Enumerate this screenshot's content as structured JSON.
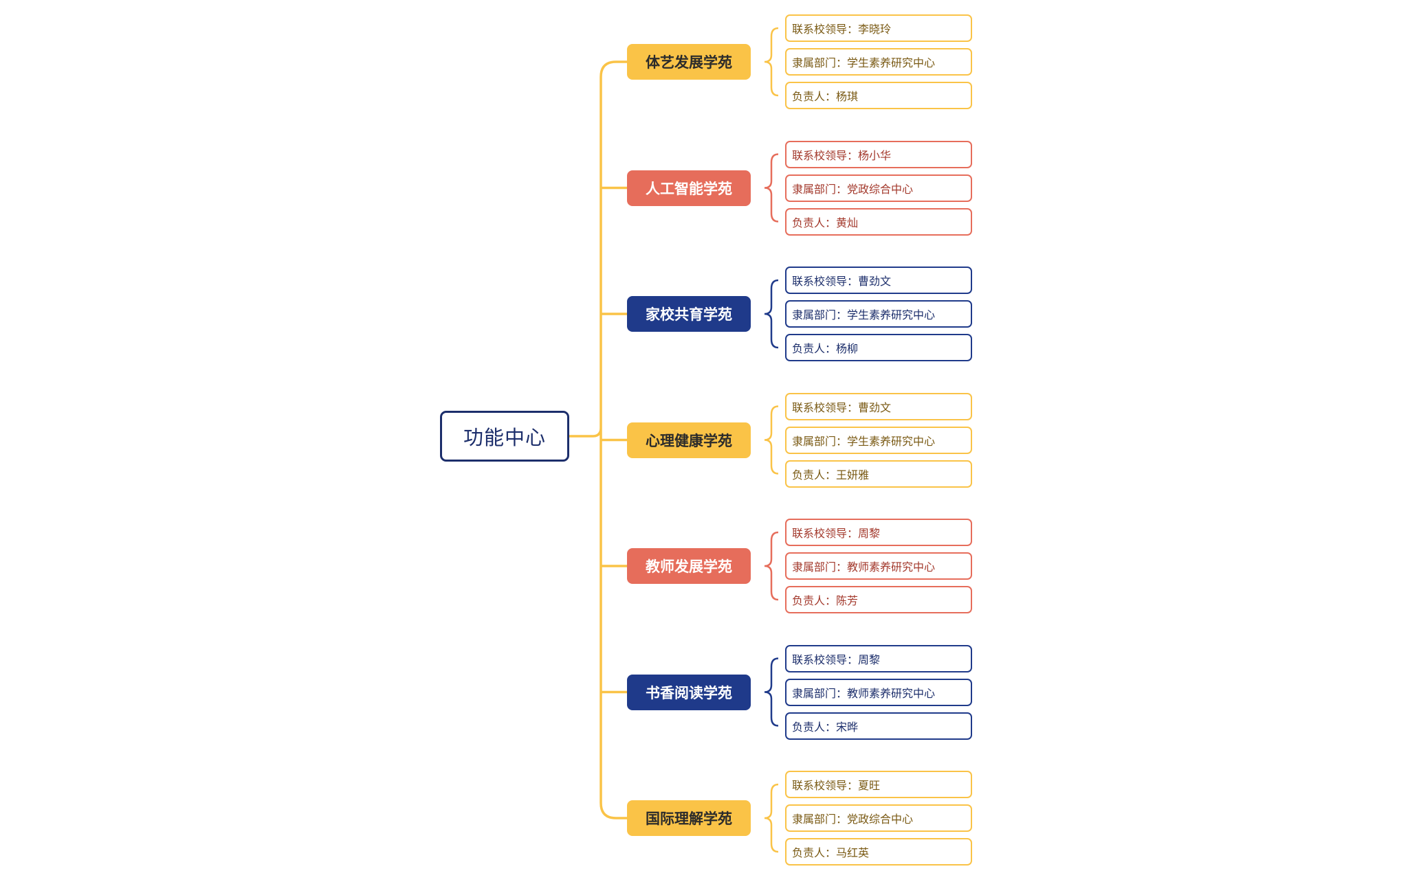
{
  "root": {
    "label": "功能中心"
  },
  "colors": {
    "yellow": "#fac347",
    "red": "#e66d5b",
    "navy": "#1f3a8a",
    "root_border": "#1c2e6b"
  },
  "branches": [
    {
      "label": "体艺发展学苑",
      "color": "yellow",
      "leaves": [
        {
          "label": "联系校领导：李晓玲"
        },
        {
          "label": "隶属部门：学生素养研究中心"
        },
        {
          "label": "负责人：杨琪"
        }
      ]
    },
    {
      "label": "人工智能学苑",
      "color": "red",
      "leaves": [
        {
          "label": "联系校领导：杨小华"
        },
        {
          "label": "隶属部门：党政综合中心"
        },
        {
          "label": "负责人：黄灿"
        }
      ]
    },
    {
      "label": "家校共育学苑",
      "color": "navy",
      "leaves": [
        {
          "label": "联系校领导：曹劲文"
        },
        {
          "label": "隶属部门：学生素养研究中心"
        },
        {
          "label": "负责人：杨柳"
        }
      ]
    },
    {
      "label": "心理健康学苑",
      "color": "yellow",
      "leaves": [
        {
          "label": "联系校领导：曹劲文"
        },
        {
          "label": "隶属部门：学生素养研究中心"
        },
        {
          "label": "负责人：王妍雅"
        }
      ]
    },
    {
      "label": "教师发展学苑",
      "color": "red",
      "leaves": [
        {
          "label": "联系校领导：周黎"
        },
        {
          "label": "隶属部门：教师素养研究中心"
        },
        {
          "label": "负责人：陈芳"
        }
      ]
    },
    {
      "label": "书香阅读学苑",
      "color": "navy",
      "leaves": [
        {
          "label": "联系校领导：周黎"
        },
        {
          "label": "隶属部门：教师素养研究中心"
        },
        {
          "label": "负责人：宋晔"
        }
      ]
    },
    {
      "label": "国际理解学苑",
      "color": "yellow",
      "leaves": [
        {
          "label": "联系校领导：夏旺"
        },
        {
          "label": "隶属部门：党政综合中心"
        },
        {
          "label": "负责人：马红英"
        }
      ]
    }
  ]
}
